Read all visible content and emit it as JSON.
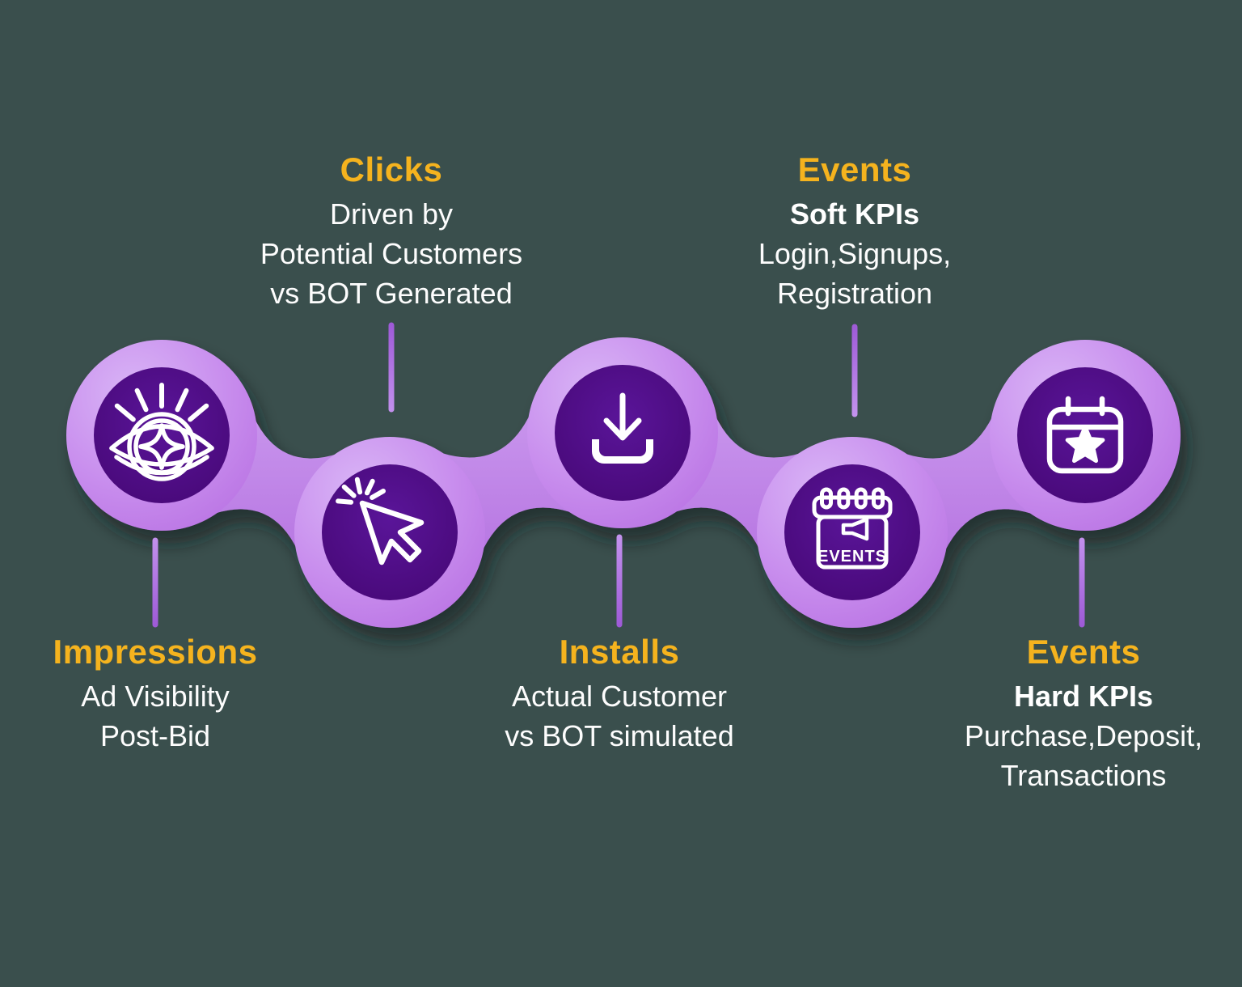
{
  "background": "#3A4F4D",
  "palette": {
    "blob_light": "#D7B2F5",
    "blob_deep": "#BB77E5",
    "circle_dark": "#4C0A82",
    "heading_yellow": "#F5B31E",
    "body_white": "#FFFFFF",
    "connector_purple": "#A765E2"
  },
  "steps": [
    {
      "id": "impressions",
      "icon": "eye-icon",
      "title": "Impressions",
      "lines": [
        "Ad Visibility",
        "Post-Bid"
      ],
      "label_position": "below"
    },
    {
      "id": "clicks",
      "icon": "cursor-click-icon",
      "title": "Clicks",
      "lines": [
        "Driven by",
        "Potential Customers",
        "vs BOT Generated"
      ],
      "label_position": "above"
    },
    {
      "id": "installs",
      "icon": "download-icon",
      "title": "Installs",
      "lines": [
        "Actual Customer",
        "vs BOT simulated"
      ],
      "label_position": "below"
    },
    {
      "id": "events-soft",
      "icon": "calendar-megaphone-icon",
      "title": "Events",
      "subtitle": "Soft KPIs",
      "lines": [
        "Login,Signups,",
        "Registration"
      ],
      "label_position": "above"
    },
    {
      "id": "events-hard",
      "icon": "calendar-star-icon",
      "title": "Events",
      "subtitle": "Hard KPIs",
      "lines": [
        "Purchase,Deposit,",
        "Transactions"
      ],
      "label_position": "below"
    }
  ],
  "icon_text": {
    "events_calendar": "EVENTS"
  }
}
